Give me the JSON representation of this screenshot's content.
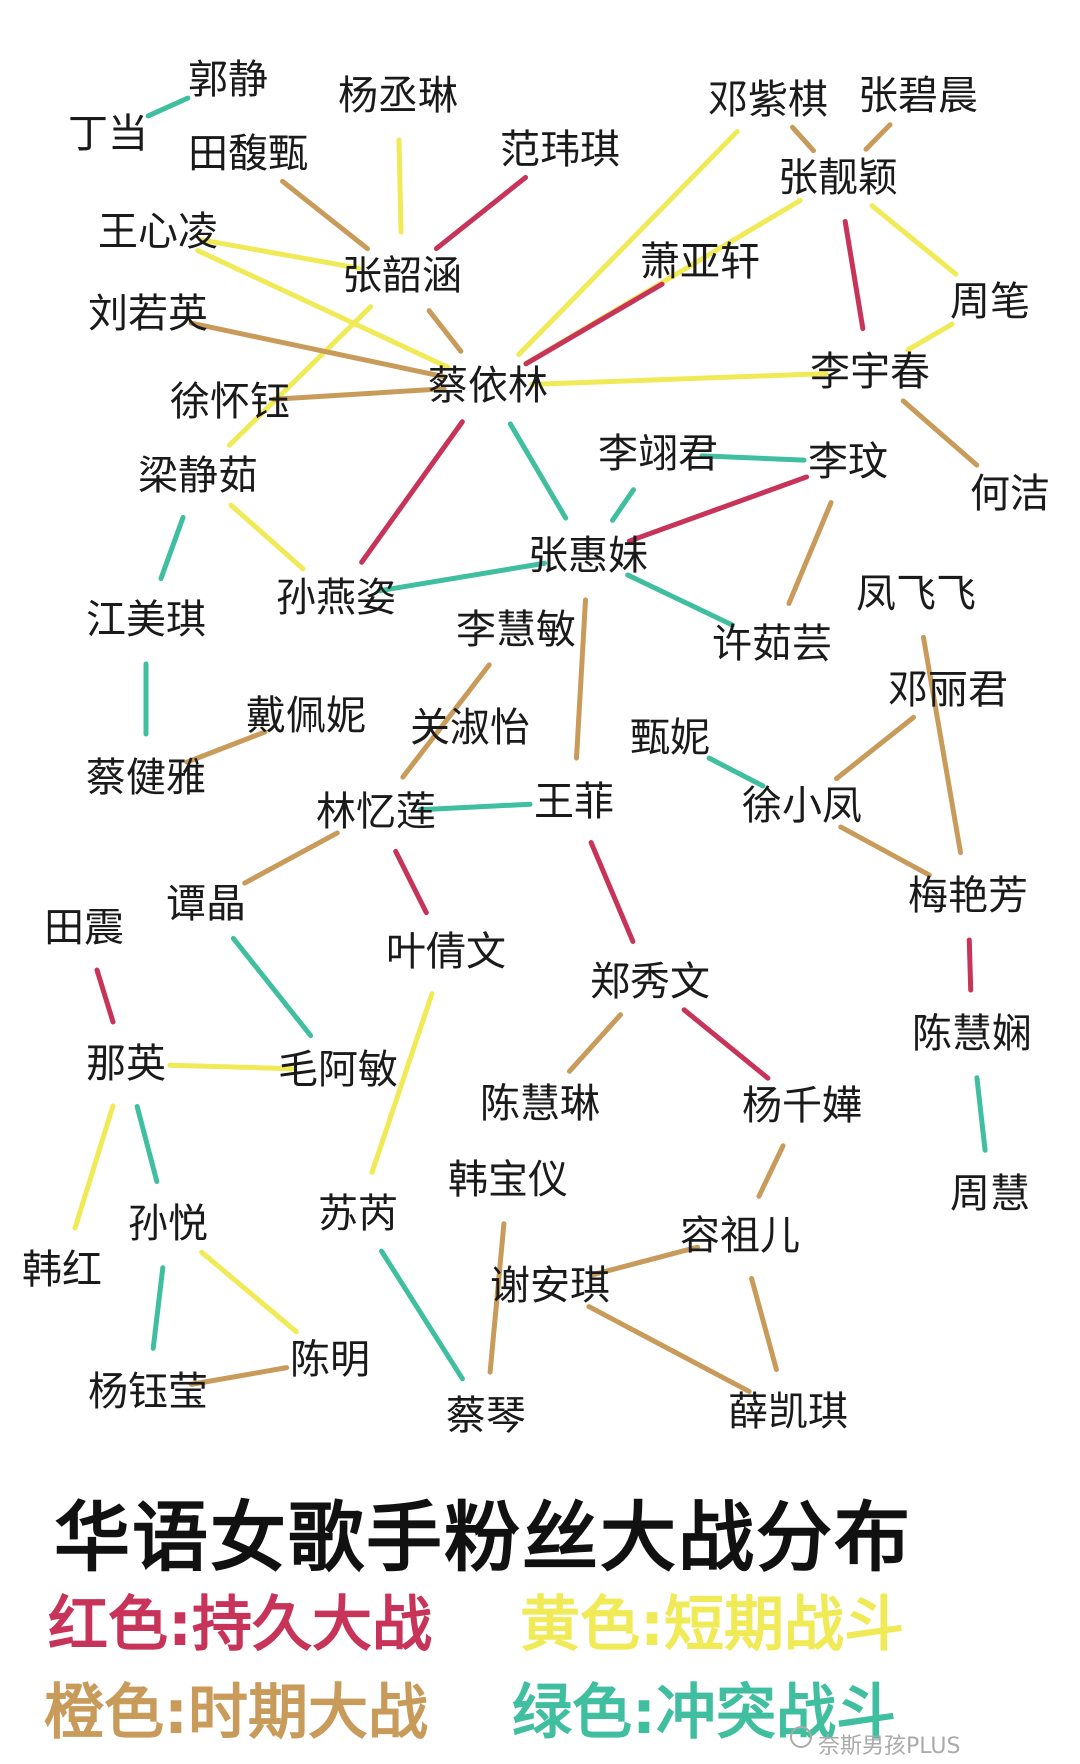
{
  "colors": {
    "red": "#c8335a",
    "orange": "#c99b5a",
    "yellow": "#f0ea56",
    "green": "#3fbf9f"
  },
  "nodes": [
    {
      "id": "guojing",
      "label": "郭静"
    },
    {
      "id": "dingdang",
      "label": "丁当"
    },
    {
      "id": "yangchenglin",
      "label": "杨丞琳"
    },
    {
      "id": "tianfuzhen",
      "label": "田馥甄"
    },
    {
      "id": "fanweiqi",
      "label": "范玮琪"
    },
    {
      "id": "dengziqi",
      "label": "邓紫棋"
    },
    {
      "id": "zhangbichen",
      "label": "张碧晨"
    },
    {
      "id": "zhangliangying",
      "label": "张靓颖"
    },
    {
      "id": "wangxinling",
      "label": "王心凌"
    },
    {
      "id": "zhangshaohan",
      "label": "张韶涵"
    },
    {
      "id": "xiaoyaxuan",
      "label": "萧亚轩"
    },
    {
      "id": "zhoubichang",
      "label": "周笔"
    },
    {
      "id": "liuruoying",
      "label": "刘若英"
    },
    {
      "id": "caiyilin",
      "label": "蔡依林"
    },
    {
      "id": "liyuchun",
      "label": "李宇春"
    },
    {
      "id": "xuhuaiyu",
      "label": "徐怀钰"
    },
    {
      "id": "lixiangjun",
      "label": "李翊君"
    },
    {
      "id": "liwen",
      "label": "李玟"
    },
    {
      "id": "heji",
      "label": "何洁"
    },
    {
      "id": "liangjingru",
      "label": "梁静茹"
    },
    {
      "id": "zhanghuimei",
      "label": "张惠妹"
    },
    {
      "id": "sunyanzi",
      "label": "孙燕姿"
    },
    {
      "id": "fengfeifei",
      "label": "凤飞飞"
    },
    {
      "id": "jiangmeiqi",
      "label": "江美琪"
    },
    {
      "id": "lihuimin",
      "label": "李慧敏"
    },
    {
      "id": "xuruyun",
      "label": "许茹芸"
    },
    {
      "id": "denglijun",
      "label": "邓丽君"
    },
    {
      "id": "daipeini",
      "label": "戴佩妮"
    },
    {
      "id": "guanshuyi",
      "label": "关淑怡"
    },
    {
      "id": "zhenni",
      "label": "甄妮"
    },
    {
      "id": "caijianya",
      "label": "蔡健雅"
    },
    {
      "id": "linyilian",
      "label": "林忆莲"
    },
    {
      "id": "wangfei",
      "label": "王菲"
    },
    {
      "id": "xuxiaofeng",
      "label": "徐小凤"
    },
    {
      "id": "tanjing",
      "label": "谭晶"
    },
    {
      "id": "meiyanfang",
      "label": "梅艳芳"
    },
    {
      "id": "tianzhen",
      "label": "田震"
    },
    {
      "id": "yeqianwen",
      "label": "叶倩文"
    },
    {
      "id": "zhengxiuwen",
      "label": "郑秀文"
    },
    {
      "id": "chenhuixian",
      "label": "陈慧娴"
    },
    {
      "id": "naying",
      "label": "那英"
    },
    {
      "id": "maoamin",
      "label": "毛阿敏"
    },
    {
      "id": "chenhuilin",
      "label": "陈慧琳"
    },
    {
      "id": "yangqianhua",
      "label": "杨千嬅"
    },
    {
      "id": "hanbaoyi",
      "label": "韩宝仪"
    },
    {
      "id": "zhouhui",
      "label": "周慧"
    },
    {
      "id": "sunyue",
      "label": "孙悦"
    },
    {
      "id": "surui",
      "label": "苏芮"
    },
    {
      "id": "rongzuer",
      "label": "容祖儿"
    },
    {
      "id": "hanhong",
      "label": "韩红"
    },
    {
      "id": "xieanqi",
      "label": "谢安琪"
    },
    {
      "id": "chenming",
      "label": "陈明"
    },
    {
      "id": "yangyuying",
      "label": "杨钰莹"
    },
    {
      "id": "caiqin",
      "label": "蔡琴"
    },
    {
      "id": "xuekaiqi",
      "label": "薛凯琪"
    }
  ],
  "edges": [
    {
      "from": "guojing",
      "to": "dingdang",
      "color": "green"
    },
    {
      "from": "yangchenglin",
      "to": "zhangshaohan",
      "color": "yellow"
    },
    {
      "from": "tianfuzhen",
      "to": "zhangshaohan",
      "color": "orange"
    },
    {
      "from": "fanweiqi",
      "to": "zhangshaohan",
      "color": "red"
    },
    {
      "from": "wangxinling",
      "to": "zhangshaohan",
      "color": "yellow"
    },
    {
      "from": "wangxinling",
      "to": "caiyilin",
      "color": "yellow"
    },
    {
      "from": "zhangshaohan",
      "to": "caiyilin",
      "color": "orange"
    },
    {
      "from": "zhangshaohan",
      "to": "liangjingru",
      "color": "yellow"
    },
    {
      "from": "liuruoying",
      "to": "caiyilin",
      "color": "orange"
    },
    {
      "from": "xuhuaiyu",
      "to": "caiyilin",
      "color": "orange"
    },
    {
      "from": "dengziqi",
      "to": "caiyilin",
      "color": "yellow"
    },
    {
      "from": "dengziqi",
      "to": "zhangliangying",
      "color": "orange"
    },
    {
      "from": "zhangbichen",
      "to": "zhangliangying",
      "color": "orange"
    },
    {
      "from": "zhangliangying",
      "to": "liyuchun",
      "color": "red"
    },
    {
      "from": "zhangliangying",
      "to": "zhoubichang",
      "color": "yellow"
    },
    {
      "from": "zhangliangying",
      "to": "caiyilin",
      "color": "yellow"
    },
    {
      "from": "zhoubichang",
      "to": "liyuchun",
      "color": "yellow"
    },
    {
      "from": "xiaoyaxuan",
      "to": "caiyilin",
      "color": "red"
    },
    {
      "from": "caiyilin",
      "to": "liyuchun",
      "color": "yellow"
    },
    {
      "from": "liyuchun",
      "to": "heji",
      "color": "orange"
    },
    {
      "from": "caiyilin",
      "to": "zhanghuimei",
      "color": "green"
    },
    {
      "from": "caiyilin",
      "to": "sunyanzi",
      "color": "red"
    },
    {
      "from": "lixiangjun",
      "to": "liwen",
      "color": "green"
    },
    {
      "from": "lixiangjun",
      "to": "zhanghuimei",
      "color": "green"
    },
    {
      "from": "liwen",
      "to": "zhanghuimei",
      "color": "red"
    },
    {
      "from": "liwen",
      "to": "xuruyun",
      "color": "orange"
    },
    {
      "from": "liangjingru",
      "to": "sunyanzi",
      "color": "yellow"
    },
    {
      "from": "liangjingru",
      "to": "jiangmeiqi",
      "color": "green"
    },
    {
      "from": "zhanghuimei",
      "to": "sunyanzi",
      "color": "green"
    },
    {
      "from": "zhanghuimei",
      "to": "xuruyun",
      "color": "green"
    },
    {
      "from": "zhanghuimei",
      "to": "wangfei",
      "color": "orange"
    },
    {
      "from": "jiangmeiqi",
      "to": "caijianya",
      "color": "green"
    },
    {
      "from": "daipeini",
      "to": "caijianya",
      "color": "orange"
    },
    {
      "from": "lihuimin",
      "to": "linyilian",
      "color": "orange"
    },
    {
      "from": "linyilian",
      "to": "wangfei",
      "color": "green"
    },
    {
      "from": "linyilian",
      "to": "tanjing",
      "color": "orange"
    },
    {
      "from": "linyilian",
      "to": "yeqianwen",
      "color": "red"
    },
    {
      "from": "wangfei",
      "to": "zhengxiuwen",
      "color": "red"
    },
    {
      "from": "zhenni",
      "to": "xuxiaofeng",
      "color": "green"
    },
    {
      "from": "denglijun",
      "to": "xuxiaofeng",
      "color": "orange"
    },
    {
      "from": "xuxiaofeng",
      "to": "meiyanfang",
      "color": "orange"
    },
    {
      "from": "fengfeifei",
      "to": "meiyanfang",
      "color": "orange"
    },
    {
      "from": "meiyanfang",
      "to": "chenhuixian",
      "color": "red"
    },
    {
      "from": "chenhuixian",
      "to": "zhouhui",
      "color": "green"
    },
    {
      "from": "tanjing",
      "to": "maoamin",
      "color": "green"
    },
    {
      "from": "tianzhen",
      "to": "naying",
      "color": "red"
    },
    {
      "from": "naying",
      "to": "maoamin",
      "color": "yellow"
    },
    {
      "from": "naying",
      "to": "hanhong",
      "color": "yellow"
    },
    {
      "from": "naying",
      "to": "sunyue",
      "color": "green"
    },
    {
      "from": "yeqianwen",
      "to": "surui",
      "color": "yellow"
    },
    {
      "from": "zhengxiuwen",
      "to": "chenhuilin",
      "color": "orange"
    },
    {
      "from": "zhengxiuwen",
      "to": "yangqianhua",
      "color": "red"
    },
    {
      "from": "yangqianhua",
      "to": "rongzuer",
      "color": "orange"
    },
    {
      "from": "rongzuer",
      "to": "xieanqi",
      "color": "orange"
    },
    {
      "from": "rongzuer",
      "to": "xuekaiqi",
      "color": "orange"
    },
    {
      "from": "xieanqi",
      "to": "xuekaiqi",
      "color": "orange"
    },
    {
      "from": "hanbaoyi",
      "to": "caiqin",
      "color": "orange"
    },
    {
      "from": "surui",
      "to": "caiqin",
      "color": "green"
    },
    {
      "from": "sunyue",
      "to": "chenming",
      "color": "yellow"
    },
    {
      "from": "sunyue",
      "to": "yangyuying",
      "color": "green"
    },
    {
      "from": "chenming",
      "to": "yangyuying",
      "color": "orange"
    }
  ],
  "title": "华语女歌手粉丝大战分布",
  "legend": {
    "red": "红色:持久大战",
    "yellow": "黄色:短期战斗",
    "orange": "橙色:时期大战",
    "green": "绿色:冲突战斗"
  },
  "watermark": "奈斯男孩PLUS"
}
